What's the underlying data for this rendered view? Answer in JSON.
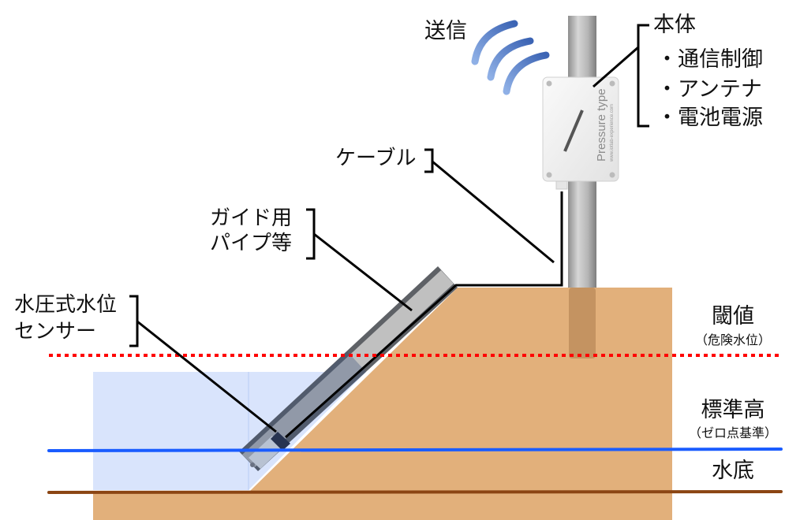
{
  "labels": {
    "transmit": "送信",
    "unit_title": "本体",
    "unit_items": [
      "・通信制御",
      "・アンテナ",
      "・電池電源"
    ],
    "cable": "ケーブル",
    "guide_pipe": [
      "ガイド用",
      "パイプ等"
    ],
    "sensor": [
      "水圧式水位",
      "センサー"
    ],
    "device_text": "Pressure type",
    "device_url": "www.iotlab-experience.com"
  },
  "levels": {
    "threshold": {
      "title": "閾値",
      "sub": "（危険水位）",
      "color": "#ff0000",
      "style": "dotted"
    },
    "standard": {
      "title": "標準高",
      "sub": "（ゼロ点基準）",
      "color": "#1a5cff",
      "style": "solid"
    },
    "bottom": {
      "title": "水底",
      "sub": "",
      "color": "#8b4513",
      "style": "solid"
    }
  },
  "colors": {
    "soil": "#e2b07b",
    "water": "#d7e3fc",
    "pipe_dark": "#5a5d63",
    "pipe_light": "#c0c0c0",
    "signal": "#4a74c4",
    "pole": "#a8a8a8"
  }
}
